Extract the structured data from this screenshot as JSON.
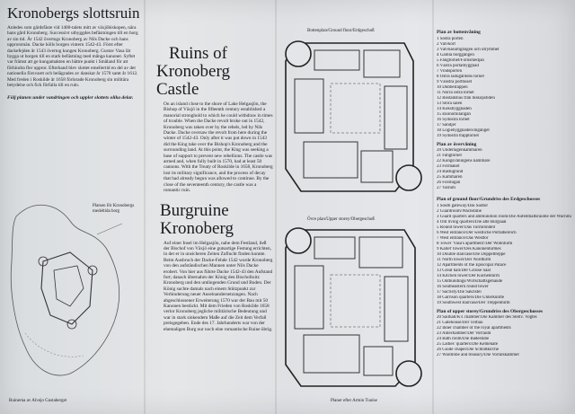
{
  "panel_left": {
    "title": "Kronobergs slottsruin",
    "body": "Anledes som gärdsfäste vid 1400-talets mitt av växjöbiskopen, nära hans gård Kronoberg. Successivt utbyggdes befästningen till en borg av sin tid. År 1542 övertogs Kronoberg av Nils Dacke och hans upprorsmän. Dacke hölls borgen vintern 1542-43. Först efter dackefejden år 1543 övertog kungen Kronoberg. Gustav Vasa lät bygga ut borgen till en stark befästning med många kanoner. Syftet var främst att ge kungamakten en bättre punkt i Småland för att förhindra fler uppror. Efterhand blev slottet emellertid en del av det nationella försvaret och belägrades av danskar år 1570 samt år 1612. Med freden i Roskilde år 1658 förlorade Kronoberg sin militära betydelse och fick förfalla till en ruin.",
    "italic_note": "Följ planen under vandringen och uppler slottets olika delar.",
    "map_caption": "Platsen för Kronobergs medeltida borg",
    "map_credit": "Ruinerna av Alvejo Gustaberget"
  },
  "panel_middle": {
    "title_en_line1": "Ruins of",
    "title_en_line2": "Kronoberg Castle",
    "body_en": "On an island close to the shore of Lake Helgasjön, the Bishop of Växjö in the fifteenth century established a manorial stronghold to which he could withdraw in times of trouble. When the Dacke revolt broke out in 1542, Kronoberg was taken over by the rebels, led by Nils Dacke. Dacke oversaw the revolt from here during the winter of 1542-43. Only after it was put down in 1543 did the King take over the Bishop's Kronoberg and the surrounding land. At this point, the King was seeking a base of support to prevent new rebellions. The castle was armed and, when fully built in 1570, had at least 50 cannons. With the Treaty of Roskilde in 1658, Kronoberg lost its military significance, and the process of decay that had already begun was allowed to continue. By the close of the seventeenth century, the castle was a romantic ruin.",
    "title_de": "Burgruine Kronoberg",
    "body_de": "Auf einer Insel im Helgasjön, nahe dem Festland, ließ der Bischof von Växjö eine gutsartige Festung errichten, in der er in unsicheren Zeiten Zuflucht finden konnte. Beim Ausbruch der Dacke-Fehde 1542 wurde Kronoberg von den aufständischen Mannen unter Nils Dacke erobert. Von hier aus führte Dacke 1542-43 den Aufstand fort; danach übernahm der König den Bischofssitz Kronoberg und den umliegenden Grund und Boden. Der König suchte damals nach einem Stützpunkt zur Verhinderung neuer Auseinandersetzungen. Nach abgeschlossener Erweiterung 1570 war der Bau mit 50 Kanonen bestückt. Mit dem Frieden von Roskilde 1658 verlor Kronoberg jegliche militärische Bedeutung und war in stark sinkendem Maße auf die Zeit dem Verfall preisgegeben. Ende des 17. Jahrhunderts war von der ehemaligen Burg nur noch eine romantische Ruine übrig."
  },
  "panel_plans": {
    "plan_top_label": "Bottenplan/Ground floor/Erdgeschoß",
    "plan_bottom_label": "Övre plan/Upper storey/Obergeschoß",
    "plan_credit": "Planer efter Armin Tuulse"
  },
  "panel_right": {
    "heading_1": "Plan av bottenvåning",
    "list_1": [
      "1 Södra porten",
      "2 Valvkort",
      "3 Valvnäsumgången och utrymmet",
      "4 Gamla borggången",
      "5 Fångtornet/Fornsmedjan",
      "6 Västra portalbyggnad",
      "7 Vindsporten",
      "8 Östra ladugårdens tornet",
      "9 Vänstra porthuset",
      "10 Dubbelrappen",
      "11 Norra östra tornet",
      "12 Bostadshus från biskopstiden",
      "13 Stora salen",
      "14 Köksbyggnaden",
      "15 Ekonomilängan",
      "16 Sydöstra tornet",
      "17 Sandjer",
      "18 Logiebyggnaden/Ingånget",
      "19 Sydöstra trapptornet"
    ],
    "heading_2": "Plan av övervåning",
    "list_2": [
      "20 Underlägenkammaren",
      "21 Fångtornet",
      "22 Kungsvåningens kammare",
      "23 Förmaket",
      "24 Bastugrund",
      "25 Kammaren",
      "26 Förstugan",
      "27 Valrum"
    ],
    "heading_3": "Plan of ground floor/Grundriss des Erdgeschosses",
    "list_3": [
      "1 South gateway/Das Südtor",
      "2 Guardroom/Wachstube",
      "3 Guard quarters and ammunition room/Die Aufenthaltsräume der Wachmannschaft",
      "4 Old living quarters/Die alte Burgsaal",
      "5 Round tower/Das Turmrondell",
      "6 West entrance/Der westliche Portalbereich",
      "7 West entrance/Das Westtor",
      "8 Tower 'Vasa's apartment'/Der Wohnturm",
      "9 Kallet' tower/Des Kanonenturmes",
      "10 Double staircase/Die Doppeltreppe",
      "11 North tower/Der Nordturm",
      "12 Apartments of the Episcopal Palace",
      "13 Great hall/Der Grosse Saal",
      "14 Kitchen tower/Der Küchenturm",
      "15 Outbuildings/Wirtschaftsgebäude",
      "16 Southeastern round tower",
      "17 Sacristy/Die Sakristei",
      "18 Garrison quarters/Die Unterkünfte",
      "19 Southwest staircase/Der Treppenturm"
    ],
    "heading_4": "Plan of upper storey/Grundriss des Obergeschosses",
    "list_4": [
      "20 Sailhall/K's chamber/Die Kammer des Stellv. Vogtes",
      "21 Gatehouse/Der Torbau",
      "22 Inner chamber of the royal apartments",
      "23 Antechamber/Der Vorraum",
      "24 Bath room/Die Badestube",
      "25 Ladies' quarters/Die Kemenate",
      "26 Guide chapel/Die Schloßkirche",
      "27 Wardrobe and treasury/Die Vorratskammer"
    ]
  }
}
